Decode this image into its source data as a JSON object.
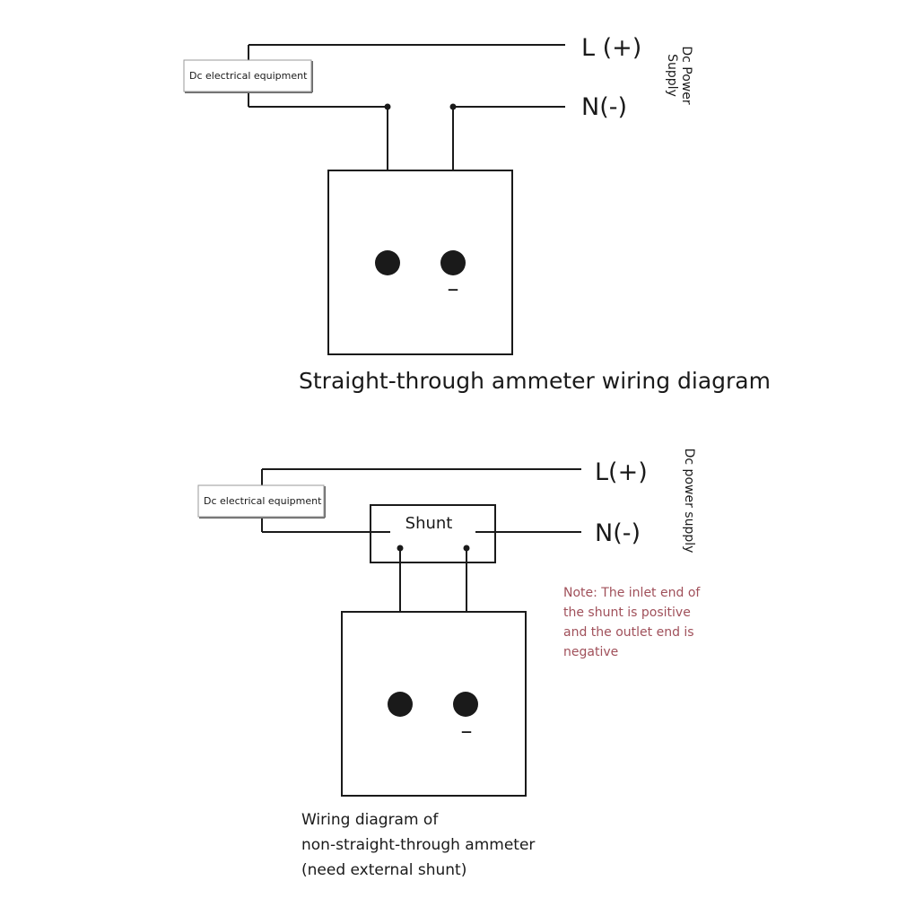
{
  "diagrams": {
    "straight_through": {
      "device_label": "Dc electrical equipment",
      "line_positive": "L (+)",
      "line_negative": "N(-)",
      "supply_label": [
        "Dc Power",
        "Supply"
      ],
      "meter_minus_mark": "–",
      "caption": "Straight-through ammeter wiring diagram"
    },
    "non_straight_through": {
      "device_label": "Dc electrical equipment",
      "shunt_label": "Shunt",
      "line_positive": "L(+)",
      "line_negative": "N(-)",
      "supply_label": "Dc power supply",
      "meter_minus_mark": "–",
      "note_lines": [
        "Note: The inlet end of",
        "the shunt is positive",
        "and the outlet end is",
        "negative"
      ],
      "caption_lines": [
        "Wiring diagram of",
        "non-straight-through ammeter",
        "(need external shunt)"
      ]
    }
  },
  "colors": {
    "line": "#1a1a1a",
    "note_text": "#a0505a"
  }
}
